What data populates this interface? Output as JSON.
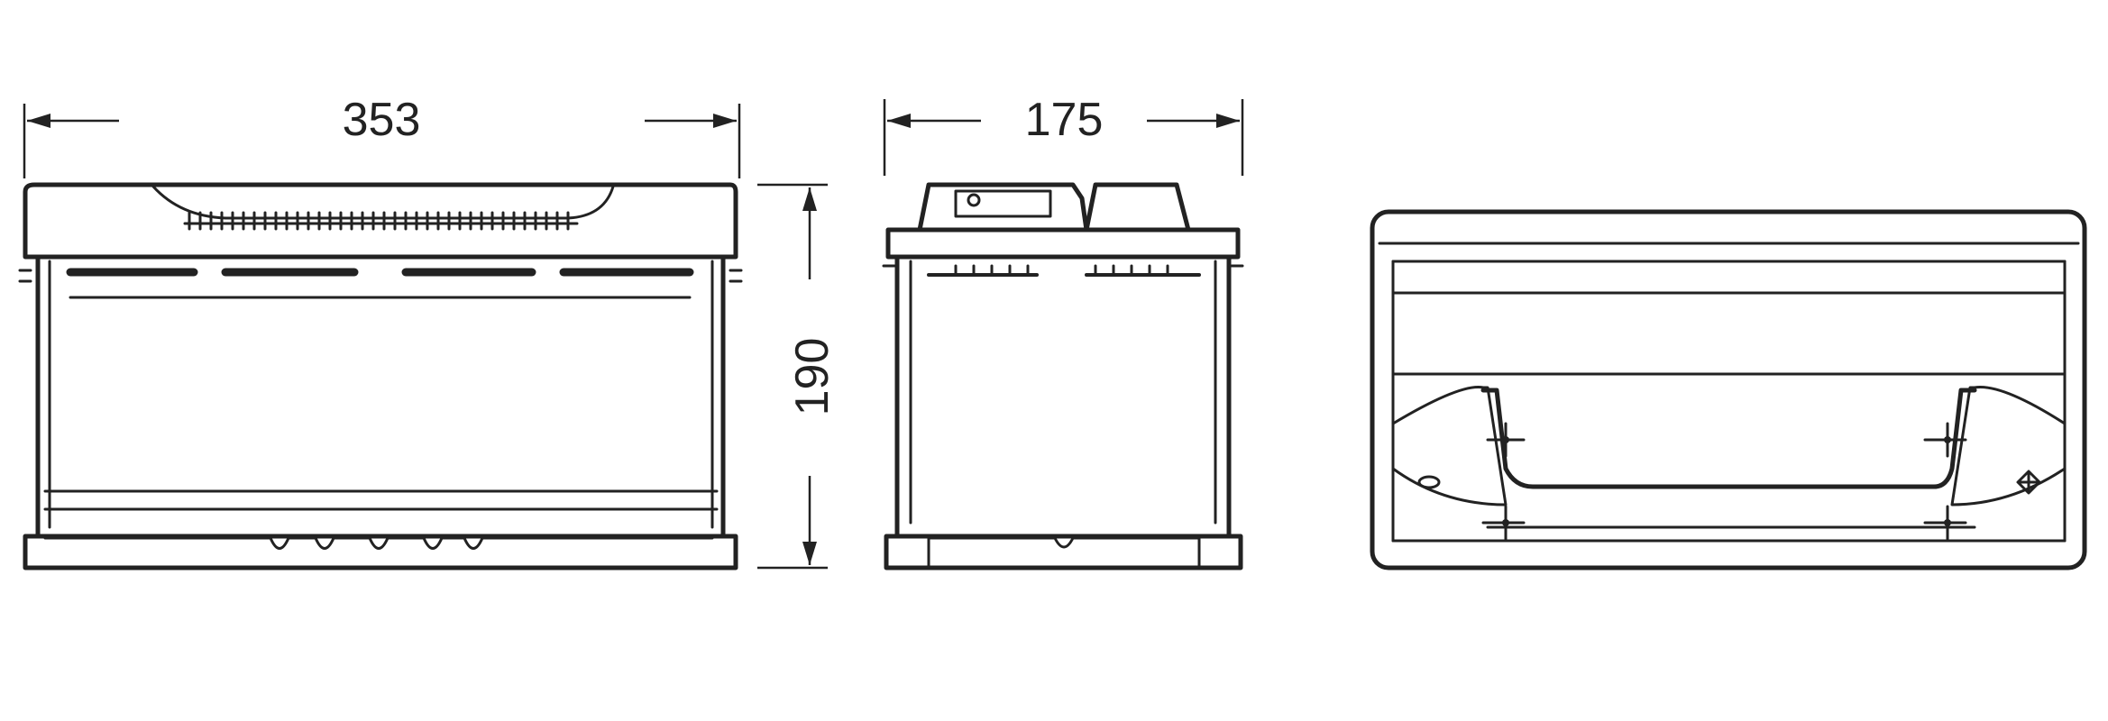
{
  "dimensions": {
    "length": "353",
    "width": "175",
    "height": "190"
  },
  "views": [
    "front-view",
    "side-view",
    "top-view"
  ],
  "terminal_markings": {
    "negative": "−",
    "positive": "+"
  }
}
